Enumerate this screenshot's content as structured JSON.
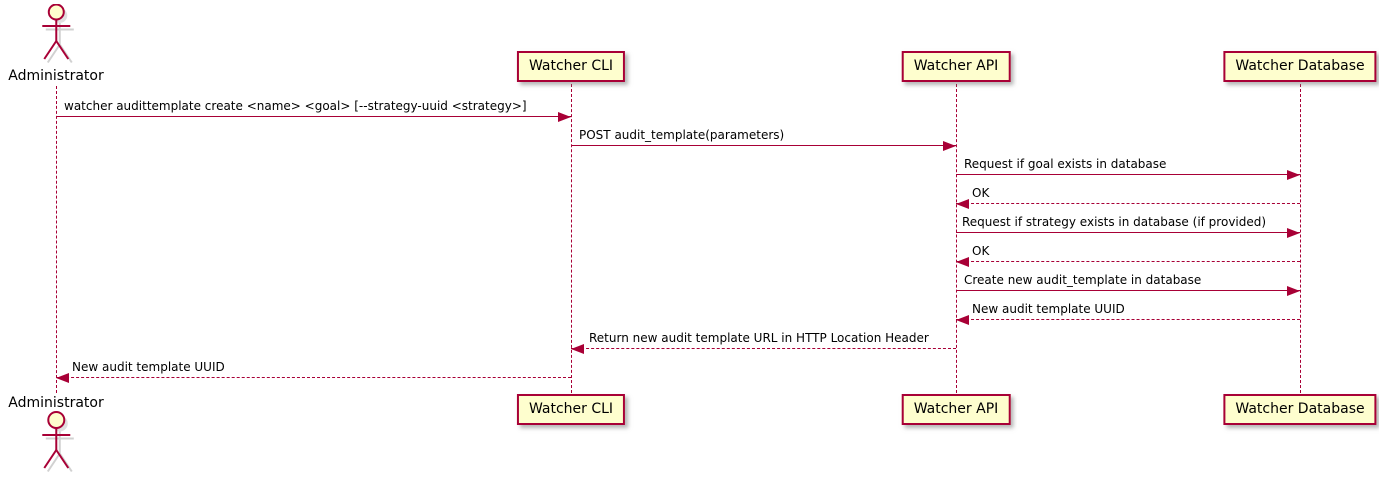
{
  "diagram": {
    "type": "uml-sequence-diagram",
    "colors": {
      "line_color": "#A80036",
      "participant_fill": "#FEFECE",
      "text_color": "#000000",
      "background": "#FFFFFF"
    },
    "actor": {
      "name": "Administrator"
    },
    "participants": [
      {
        "label": "Watcher CLI"
      },
      {
        "label": "Watcher API"
      },
      {
        "label": "Watcher Database"
      }
    ],
    "messages": [
      {
        "from": "Administrator",
        "to": "Watcher CLI",
        "style": "solid",
        "text": "watcher audittemplate create <name> <goal> [--strategy-uuid <strategy>]"
      },
      {
        "from": "Watcher CLI",
        "to": "Watcher API",
        "style": "solid",
        "text": "POST audit_template(parameters)"
      },
      {
        "from": "Watcher API",
        "to": "Watcher Database",
        "style": "solid",
        "text": "Request if goal exists in database"
      },
      {
        "from": "Watcher Database",
        "to": "Watcher API",
        "style": "dashed",
        "text": "OK"
      },
      {
        "from": "Watcher API",
        "to": "Watcher Database",
        "style": "solid",
        "text": "Request if strategy exists in database (if provided)"
      },
      {
        "from": "Watcher Database",
        "to": "Watcher API",
        "style": "dashed",
        "text": "OK"
      },
      {
        "from": "Watcher API",
        "to": "Watcher Database",
        "style": "solid",
        "text": "Create new audit_template in database"
      },
      {
        "from": "Watcher Database",
        "to": "Watcher API",
        "style": "dashed",
        "text": "New audit template UUID"
      },
      {
        "from": "Watcher API",
        "to": "Watcher CLI",
        "style": "dashed",
        "text": "Return new audit template URL in HTTP Location Header"
      },
      {
        "from": "Watcher CLI",
        "to": "Administrator",
        "style": "dashed",
        "text": "New audit template UUID"
      }
    ]
  }
}
